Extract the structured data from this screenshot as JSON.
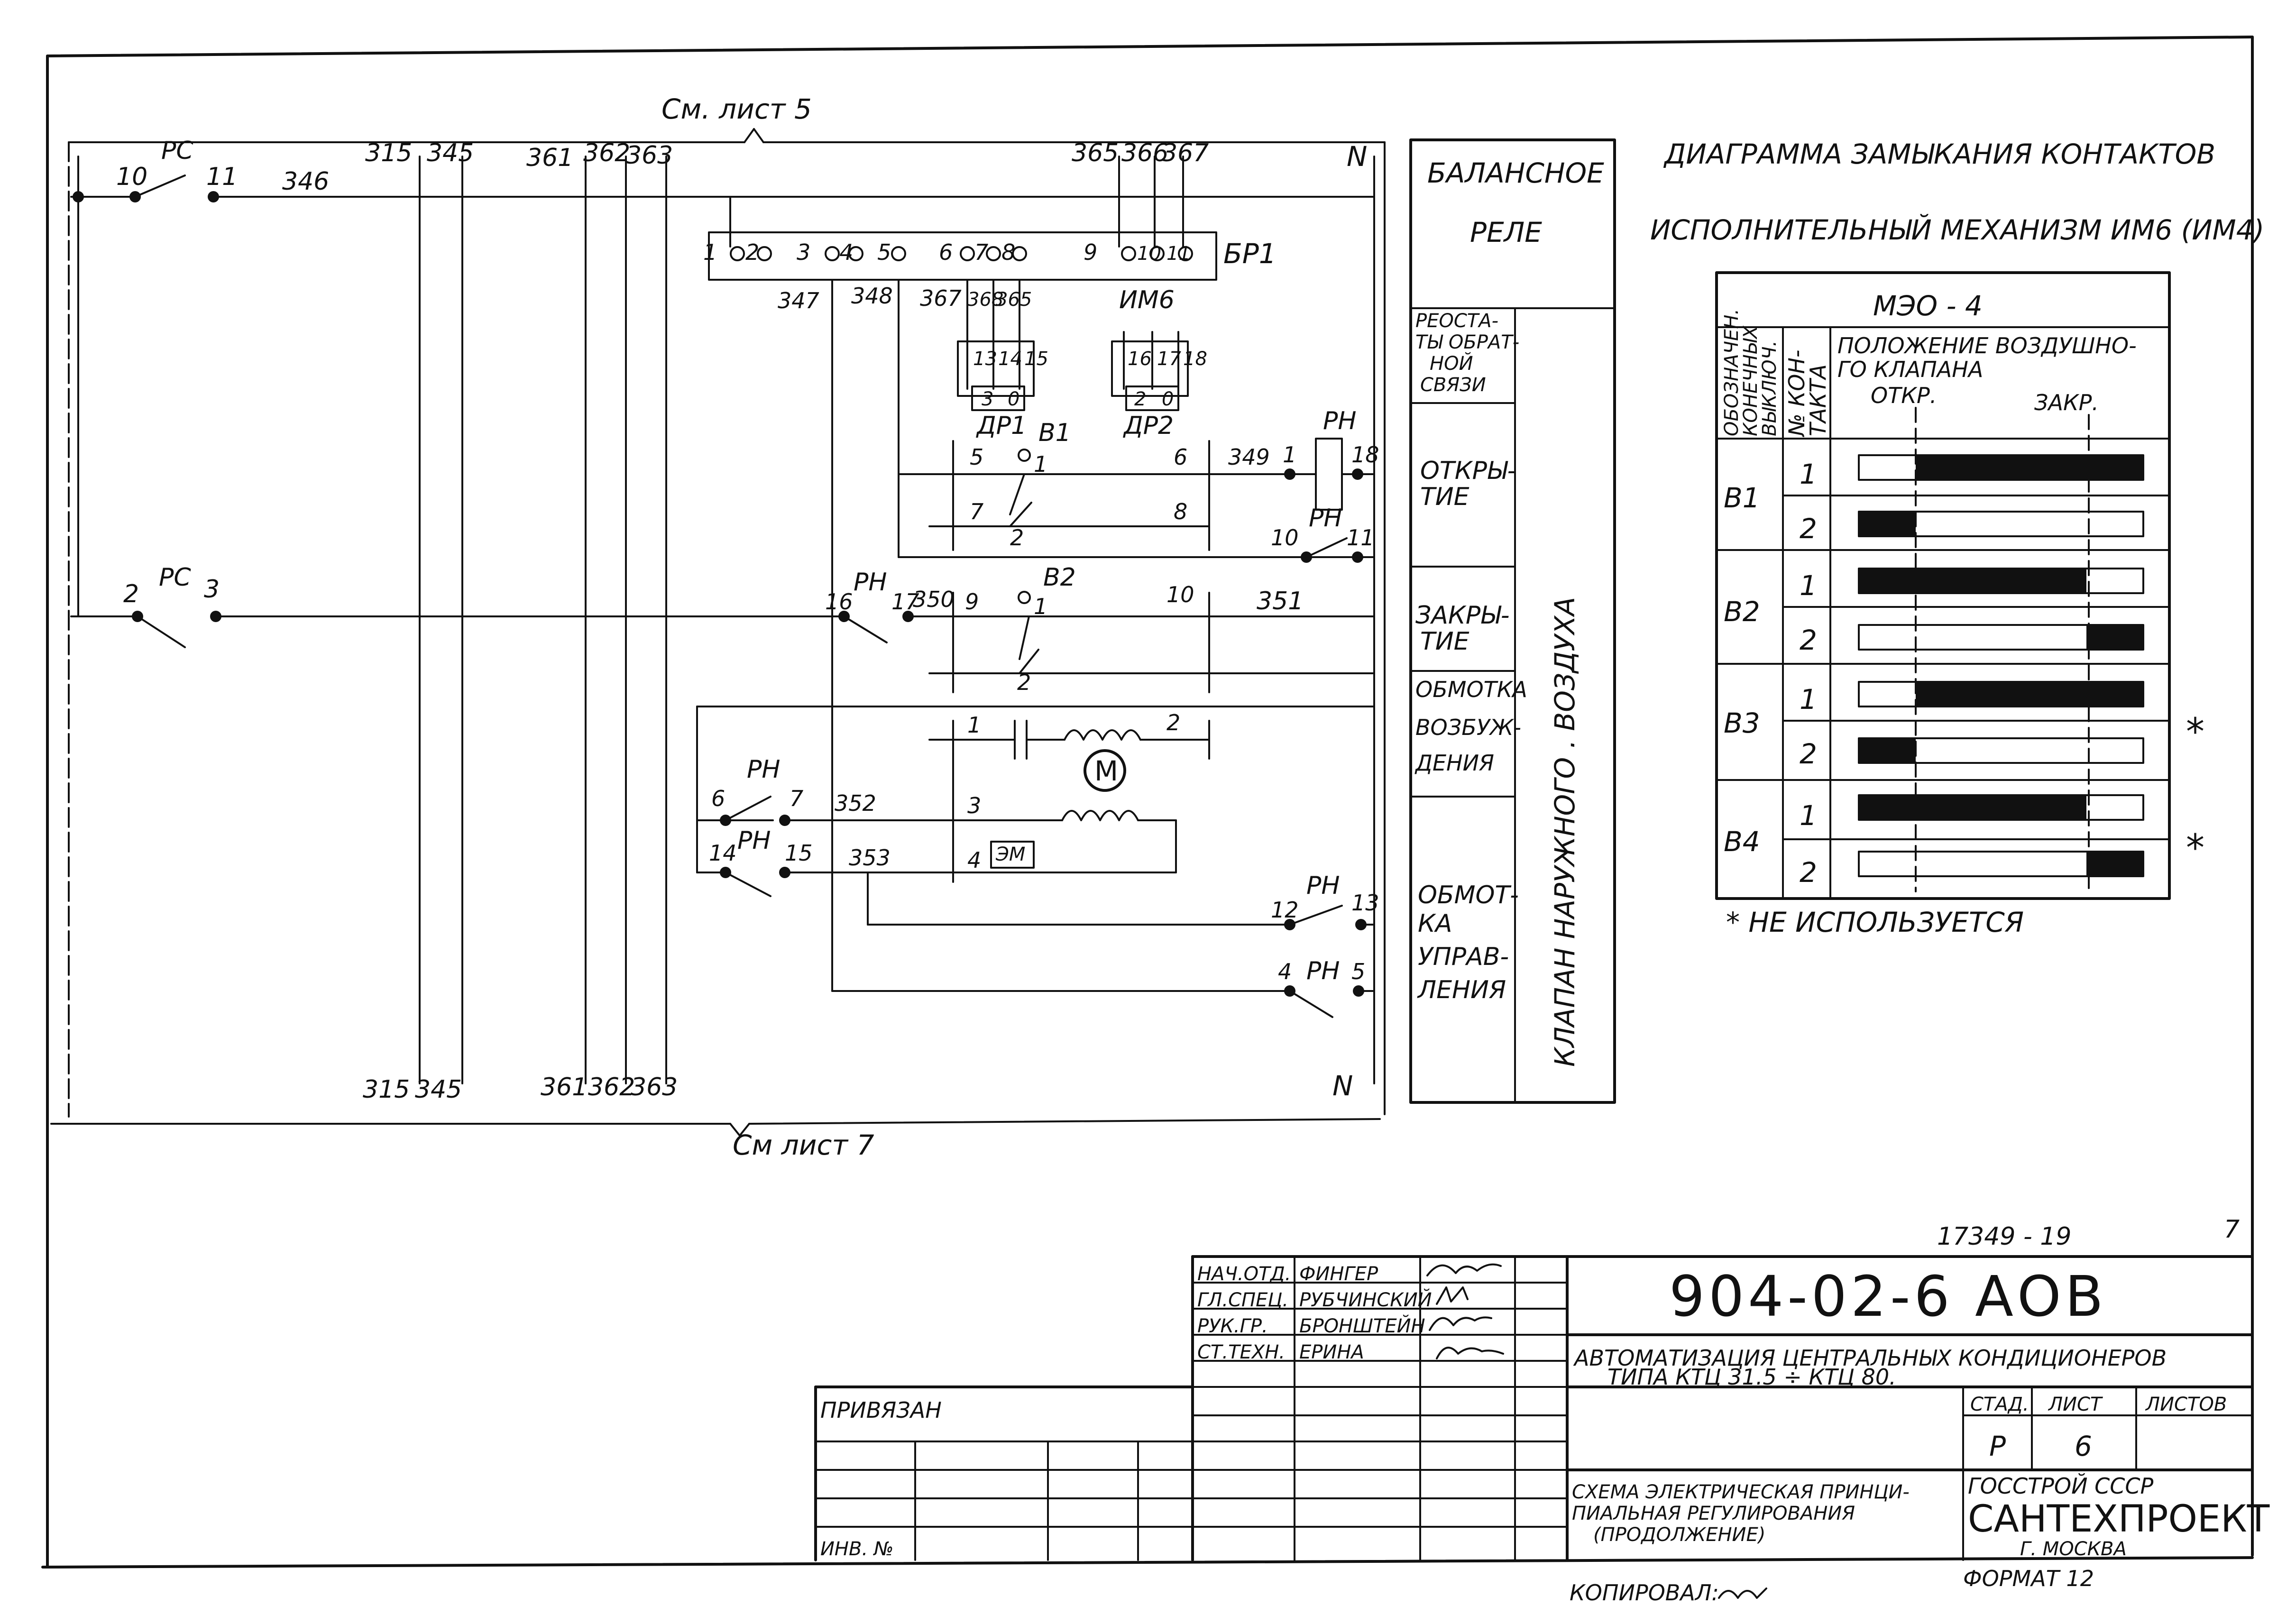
{
  "sheet_refs": {
    "top": "См. лист 5",
    "bottom": "См лист 7"
  },
  "bus": {
    "n_top": "N",
    "n_bottom": "N",
    "top_wires": [
      "315",
      "345",
      "361",
      "362",
      "363"
    ],
    "bottom_wires": [
      "315",
      "345",
      "361",
      "362",
      "363"
    ],
    "relay_top_wires": [
      "365",
      "366",
      "367"
    ]
  },
  "schematic": {
    "rc_top": {
      "label": "РС",
      "left": "10",
      "right": "11",
      "wire": "346"
    },
    "rc_mid": {
      "label": "РС",
      "left": "2",
      "right": "3"
    },
    "balance_relay": {
      "label": "БР1",
      "terminals": [
        "1",
        "2",
        "3",
        "4",
        "5",
        "6",
        "7",
        "8",
        "9",
        "10",
        "11"
      ],
      "wires_below": [
        "347",
        "348",
        "367",
        "368",
        "365"
      ]
    },
    "im6": "ИМ6",
    "rheostats": [
      {
        "label": "ДР1",
        "pins": [
          "13",
          "14",
          "15"
        ],
        "left": "3",
        "right": "0"
      },
      {
        "label": "ДР2",
        "pins": [
          "16",
          "17",
          "18"
        ],
        "left": "2",
        "right": "0"
      }
    ],
    "rn_coil": {
      "label": "РН",
      "left": "1",
      "right": "18",
      "wire": "349"
    },
    "b1": {
      "label": "В1",
      "c1": "1",
      "c2": "2",
      "t5": "5",
      "t6": "6",
      "t7": "7",
      "t8": "8"
    },
    "rn_10_11": {
      "label": "РН",
      "left": "10",
      "right": "11"
    },
    "rn_16_17": {
      "label": "РН",
      "left": "16",
      "right": "17",
      "wire": "350"
    },
    "b2": {
      "label": "В2",
      "c1": "1",
      "c2": "2",
      "t9": "9",
      "t10": "10",
      "wire": "351"
    },
    "motor": {
      "label": "М",
      "t1": "1",
      "t2": "2",
      "t3": "3",
      "t4": "4",
      "brake": "ЭМ"
    },
    "rn_6_7": {
      "label": "РН",
      "left": "6",
      "right": "7",
      "wire": "352"
    },
    "rn_14_15": {
      "label": "РН",
      "left": "14",
      "right": "15",
      "wire": "353"
    },
    "rn_12_13": {
      "label": "РН",
      "left": "12",
      "right": "13"
    },
    "rn_4_5": {
      "label": "РН",
      "left": "4",
      "right": "5"
    }
  },
  "side_column": {
    "relay_title_1": "БАЛАНСНОЕ",
    "relay_title_2": "РЕЛЕ",
    "r_feedback": [
      "РЕОСТА-",
      "ТЫ ОБРАТ-",
      "НОЙ",
      "СВЯЗИ"
    ],
    "r_open": [
      "ОТКРЫ-",
      "ТИЕ"
    ],
    "r_close": [
      "ЗАКРЫ-",
      "ТИЕ"
    ],
    "r_excite": [
      "ОБМОТКА",
      "ВОЗБУЖ-",
      "ДЕНИЯ"
    ],
    "r_control": [
      "ОБМОТ-",
      "КА",
      "УПРАВ-",
      "ЛЕНИЯ"
    ],
    "vertical_label": "КЛАПАН НАРУЖНОГО . ВОЗДУХА"
  },
  "diagram_panel": {
    "title": "ДИАГРАММА ЗАМЫКАНИЯ КОНТАКТОВ",
    "subtitle": "ИСПОЛНИТЕЛЬНЫЙ МЕХАНИЗМ ИМ6 (ИМ4)",
    "model": "МЭО - 4",
    "col_switch": [
      "ОБОЗНАЧЕН.",
      "КОНЕЧНЫХ",
      "ВЫКЛЮЧ."
    ],
    "col_contact": [
      "№ КОН-",
      "ТАКТА"
    ],
    "col_position": [
      "ПОЛОЖЕНИЕ ВОЗДУШНО-",
      "ГО КЛАПАНА"
    ],
    "open": "ОТКР.",
    "closed": "ЗАКР.",
    "rows": [
      {
        "switch": "В1",
        "contact": "1",
        "start": 0.2,
        "end": 1.0,
        "marked": false
      },
      {
        "switch": "В1",
        "contact": "2",
        "start": 0.0,
        "end": 0.2,
        "marked": false
      },
      {
        "switch": "В2",
        "contact": "1",
        "start": 0.0,
        "end": 0.8,
        "marked": false
      },
      {
        "switch": "В2",
        "contact": "2",
        "start": 0.8,
        "end": 1.0,
        "marked": false
      },
      {
        "switch": "В3",
        "contact": "1",
        "start": 0.2,
        "end": 1.0,
        "marked": true
      },
      {
        "switch": "В3",
        "contact": "2",
        "start": 0.0,
        "end": 0.2,
        "marked": true
      },
      {
        "switch": "В4",
        "contact": "1",
        "start": 0.0,
        "end": 0.8,
        "marked": true
      },
      {
        "switch": "В4",
        "contact": "2",
        "start": 0.8,
        "end": 1.0,
        "marked": true
      }
    ],
    "star": "*",
    "note": "* НЕ ИСПОЛЬЗУЕТСЯ"
  },
  "title_block": {
    "archive_no": "17349 - 19",
    "page_no": "7",
    "doc_code": "904-02-6 АОВ",
    "roles": [
      {
        "role": "НАЧ.ОТД.",
        "name": "ФИНГЕР"
      },
      {
        "role": "ГЛ.СПЕЦ.",
        "name": "РУБЧИНСКИЙ"
      },
      {
        "role": "РУК.ГР.",
        "name": "БРОНШТЕЙН"
      },
      {
        "role": "СТ.ТЕХН.",
        "name": "ЕРИНА"
      }
    ],
    "project": [
      "АВТОМАТИЗАЦИЯ ЦЕНТРАЛЬНЫХ КОНДИЦИОНЕРОВ",
      "ТИПА КТЦ 31.5 ÷ КТЦ 80."
    ],
    "sheet_desc": [
      "СХЕМА ЭЛЕКТРИЧЕСКАЯ ПРИНЦИ-",
      "ПИАЛЬНАЯ РЕГУЛИРОВАНИЯ",
      "(ПРОДОЛЖЕНИЕ)"
    ],
    "stage_label": "СТАД.",
    "stage_value": "Р",
    "sheet_label": "ЛИСТ",
    "sheet_value": "6",
    "sheets_label": "ЛИСТОВ",
    "org_1": "ГОССТРОЙ СССР",
    "org_2": "САНТЕХПРОЕКТ",
    "org_3": "Г. МОСКВА",
    "bound": "ПРИВЯЗАН",
    "inv": "ИНВ. №",
    "copied": "КОПИРОВАЛ:",
    "format": "ФОРМАТ 12"
  }
}
